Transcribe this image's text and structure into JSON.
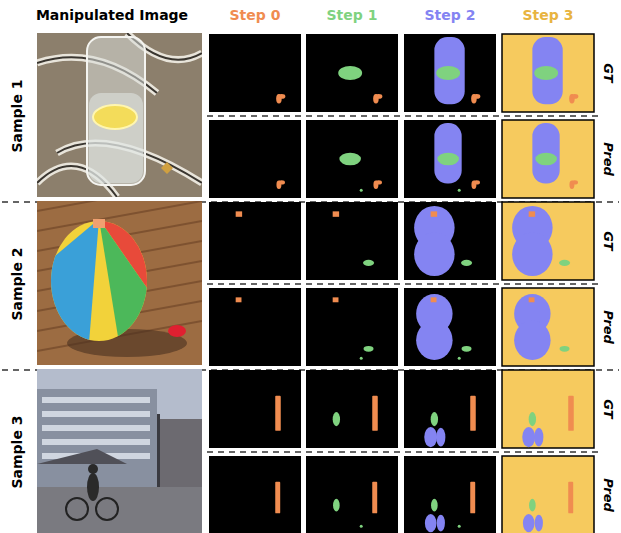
{
  "diagram": {
    "labels": [
      "Manipulated Image",
      "Step 0",
      "Step 1",
      "Step 2",
      "Step 3",
      "Sample 1",
      "GT",
      "Pred",
      "Sample 2",
      "GT",
      "Pred",
      "Sample 3",
      "GT",
      "Pred"
    ]
  }
}
